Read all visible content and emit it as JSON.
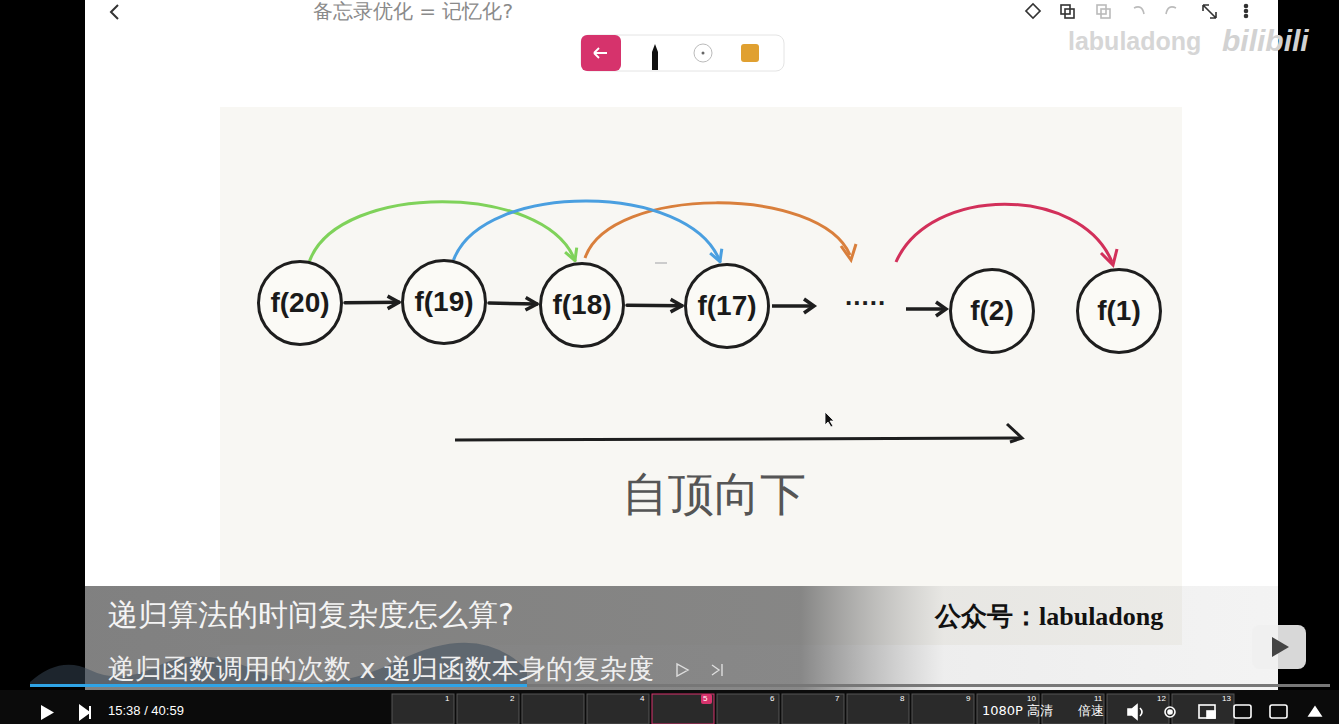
{
  "diagram": {
    "title": "备忘录优化 = 记忆化?",
    "nodes": [
      {
        "text": [
          "f(20)"
        ]
      },
      {
        "text": [
          "f(19)"
        ]
      },
      {
        "text": [
          "f(18)"
        ]
      },
      {
        "text": [
          "f(17)"
        ]
      },
      {
        "text": [
          "f(2)"
        ]
      },
      {
        "text": [
          "f(1)"
        ]
      }
    ],
    "edges": [
      {
        "from": 0,
        "to": 1,
        "arrow": "to"
      },
      {
        "from": 1,
        "to": 2,
        "arrow": "to"
      },
      {
        "from": 2,
        "to": 3,
        "arrow": "to"
      },
      {
        "from": 0,
        "to": 2,
        "arrow": "to"
      },
      {
        "from": 1,
        "to": 3,
        "arrow": "to"
      }
    ],
    "labels": [
      ".....",
      "自顶向下",
      "递归算法的时间复杂度怎么算?",
      "公众号：labuladong",
      "递归函数调用的次数 x 递归函数本身的复杂度",
      "15:38 / 40:59",
      "1080P 高清",
      "倍速",
      "labuladong",
      "bilibili",
      "1",
      "2",
      "4",
      "5",
      "6",
      "7",
      "8",
      "9",
      "10",
      "11",
      "12",
      "13"
    ]
  }
}
